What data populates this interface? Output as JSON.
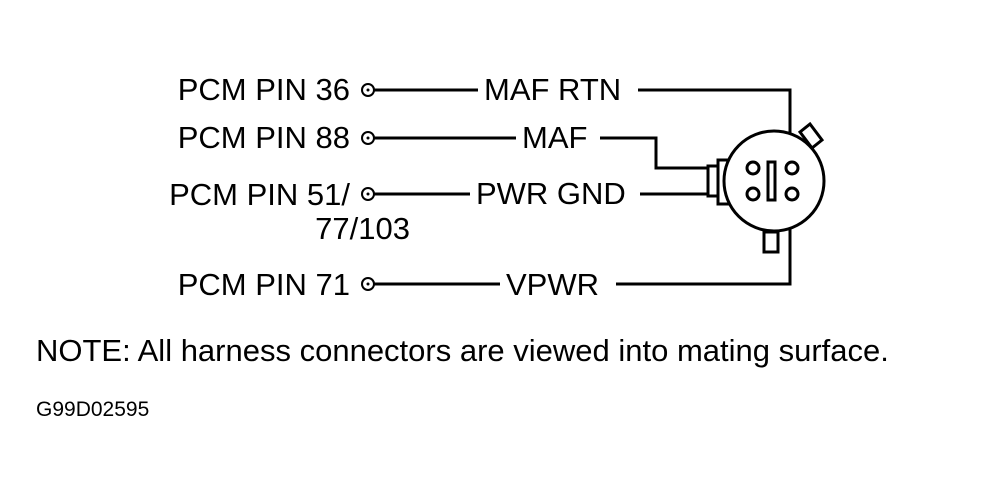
{
  "pcm_pins": [
    {
      "pin_label": "PCM PIN 36",
      "wire_label": "MAF RTN"
    },
    {
      "pin_label": "PCM PIN 88",
      "wire_label": "MAF"
    },
    {
      "pin_label": "PCM PIN 51/",
      "pin_label_line2": "77/103",
      "wire_label": "PWR GND"
    },
    {
      "pin_label": "PCM PIN 71",
      "wire_label": "VPWR"
    }
  ],
  "note": "NOTE:  All harness connectors are viewed into mating surface.",
  "figure_code": "G99D02595"
}
